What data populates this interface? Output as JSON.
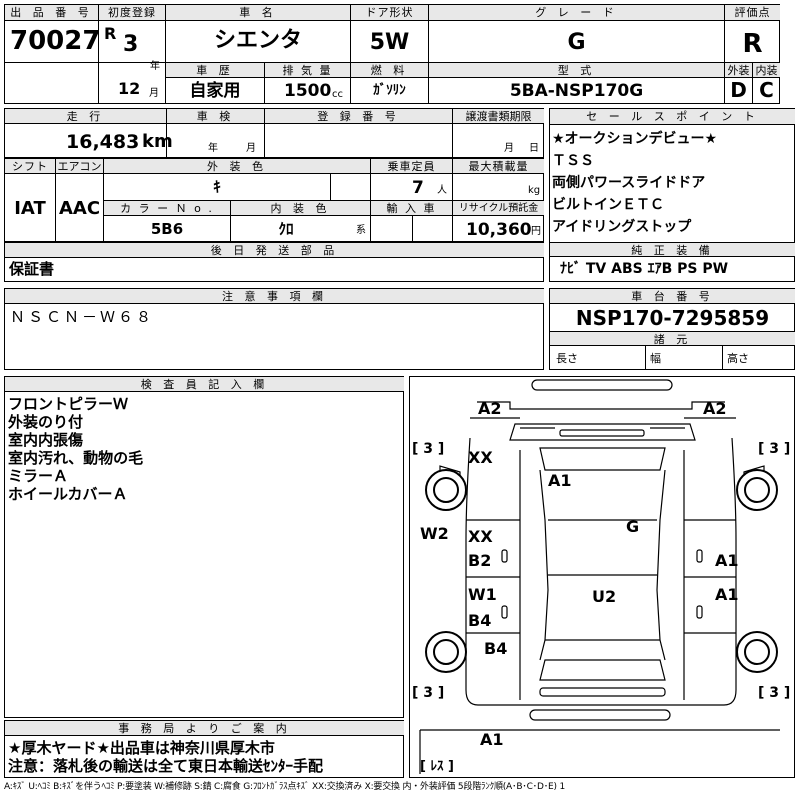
{
  "header": {
    "lot_no_label": "出 品 番 号",
    "lot_no": "70027",
    "first_reg_label": "初度登録",
    "era_letter": "R",
    "year": "3",
    "year_unit": "年",
    "month": "12",
    "month_unit": "月",
    "car_name_label": "車 名",
    "car_name": "シエンタ",
    "door_label": "ドア形状",
    "door": "5W",
    "grade_label": "グ レ ー ド",
    "grade": "G",
    "score_label": "評価点",
    "score": "R",
    "history_label": "車 歴",
    "history": "自家用",
    "displacement_label": "排 気 量",
    "displacement": "1500",
    "displacement_unit": "cc",
    "fuel_label": "燃 料",
    "fuel": "ｶﾞｿﾘﾝ",
    "model_label": "型 式",
    "model": "5BA-NSP170G",
    "exterior_label": "外装",
    "exterior": "D",
    "interior_label": "内装",
    "interior": "C"
  },
  "row2": {
    "mileage_label": "走 行",
    "mileage": "16,483",
    "mileage_unit": "km",
    "inspection_label": "車 検",
    "inspection_year_unit": "年",
    "inspection_month_unit": "月",
    "reg_no_label": "登 録 番 号",
    "transfer_label": "譲渡書類期限",
    "transfer_month_unit": "月",
    "transfer_day_unit": "日"
  },
  "row3": {
    "shift_label": "シフト",
    "shift": "IAT",
    "ac_label": "エアコン",
    "ac": "AAC",
    "ext_color_label": "外 装 色",
    "ext_color": "ｷ",
    "capacity_label": "乗車定員",
    "capacity": "7",
    "capacity_unit": "人",
    "max_load_label": "最大積載量",
    "max_load_unit": "kg",
    "color_no_label": "カ ラ ー Ｎ o .",
    "color_no": "5B6",
    "int_color_label": "内 装 色",
    "int_color": "ｸﾛ",
    "int_color_unit": "系",
    "import_label": "輸 入 車",
    "recycle_label": "リサイクル預託金",
    "recycle": "10,360",
    "recycle_unit": "円"
  },
  "parts": {
    "label": "後 日 発 送 部 品",
    "value": "保証書"
  },
  "notes": {
    "label": "注 意 事 項 欄",
    "value": "ＮＳＣＮ－Ｗ６８"
  },
  "sales": {
    "label": "セ ー ル ス ポ イ ン ト",
    "items": [
      "★オークションデビュー★",
      "ＴＳＳ",
      "両側パワースライドドア",
      "ビルトインＥＴＣ",
      "アイドリングストップ"
    ]
  },
  "equipment": {
    "label": "純 正 装 備",
    "value": "ﾅﾋﾞ  TV  ABS ｴｱB PS PW"
  },
  "chassis": {
    "label": "車 台 番 号",
    "value": "NSP170-7295859"
  },
  "dimensions": {
    "label": "諸 元",
    "length": "長さ",
    "width": "幅",
    "height": "高さ"
  },
  "inspector": {
    "label": "検 査 員 記 入 欄",
    "lines": [
      "フロントピラーＷ",
      "外装のり付",
      "室内内張傷",
      "室内汚れ、動物の毛",
      "ミラーＡ",
      "ホイールカバーＡ"
    ]
  },
  "office": {
    "label": "事 務 局 よ り ご 案 内",
    "lines": [
      "★厚木ヤード★出品車は神奈川県厚木市",
      "注意：落札後の輸送は全て東日本輸送ｾﾝﾀｰ手配"
    ]
  },
  "diagram": {
    "tread_marks": [
      "[ 3 ]",
      "[ 3 ]",
      "[ 3 ]",
      "[ 3 ]"
    ],
    "spare": "[ ﾚｽ ]",
    "damage": {
      "a2_left": "A2",
      "a2_right": "A2",
      "xx_front": "XX",
      "a1_hood": "A1",
      "w2": "W2",
      "g": "G",
      "xx_side": "XX",
      "b2": "B2",
      "a1_right_1": "A1",
      "w1": "W1",
      "b4_left": "B4",
      "u2": "U2",
      "a1_right_2": "A1",
      "b4_rear": "B4",
      "a1_bottom": "A1"
    }
  },
  "legend": "A:ｷｽﾞ  U:ﾍｺﾐ  B:ｷｽﾞを伴うﾍｺﾐ  P:要塗装  W:補修跡  S:錆  C:腐食  G:ﾌﾛﾝﾄｶﾞﾗｽ点ｷｽﾞ  XX:交換済み  X:要交換   内・外装評価  5段階ﾗﾝｸ順(A･B･C･D･E)  1",
  "colors": {
    "header_bg": "#e8e8e8",
    "line": "#000000"
  }
}
